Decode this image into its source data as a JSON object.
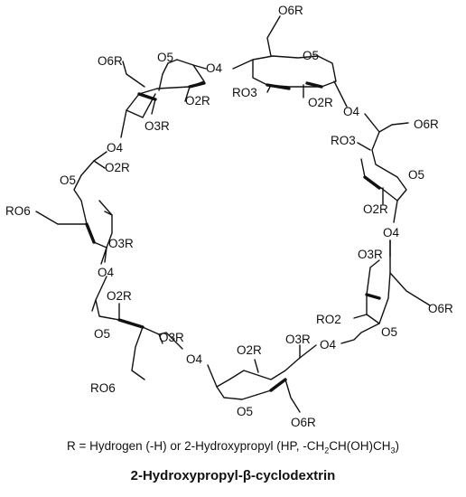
{
  "legend": {
    "text_before_first_sub": "R = Hydrogen (-H) or 2-Hydroxypropyl (HP, -CH",
    "sub_2": "2",
    "text_between_subs": "CH(OH)CH",
    "sub_3": "3",
    "text_after": ")"
  },
  "title": "2-Hydroxypropyl-β-cyclodextrin",
  "units": [
    {
      "o6": "O6R",
      "o5": "O5",
      "o2": "O2R",
      "o3": "O3R",
      "o4": "O4"
    },
    {
      "o6": "O6R",
      "o5": "O5",
      "o2": "O2R",
      "o3": "RO3",
      "o4": "O4"
    },
    {
      "o6": "O6R",
      "o5": "O5",
      "o2": "O2R",
      "o3": "RO3",
      "o4": "O4"
    },
    {
      "o6": "O6R",
      "o5": "O5",
      "o2": "RO2",
      "o3": "O3R",
      "o4": "O4"
    },
    {
      "o6": "O6R",
      "o5": "O5",
      "o2": "O2R",
      "o3": "O3R",
      "o4": "O4"
    },
    {
      "o6": "RO6",
      "o5": "O5",
      "o2": "O2R",
      "o3": "O3R",
      "o4": "O4"
    },
    {
      "o6": "RO6",
      "o5": "O5",
      "o2": "O2R",
      "o3": "O3R",
      "o4": "O4"
    }
  ]
}
